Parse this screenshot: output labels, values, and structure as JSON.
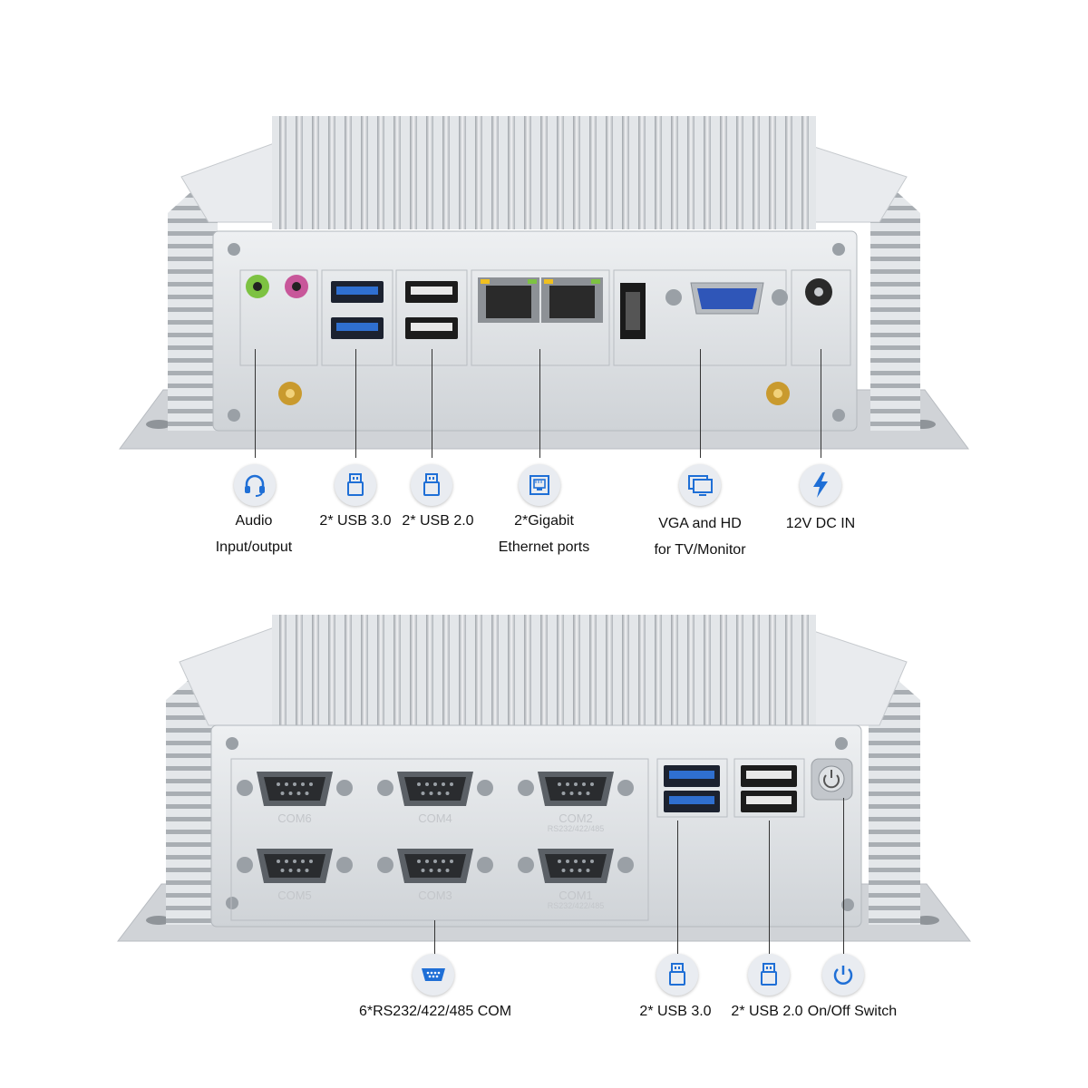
{
  "top_panel": {
    "callouts": [
      {
        "icon": "headset-icon",
        "lines": [
          "Audio",
          "Input/output"
        ]
      },
      {
        "icon": "usb-icon",
        "lines": [
          "2* USB 3.0"
        ]
      },
      {
        "icon": "usb-icon",
        "lines": [
          "2* USB 2.0"
        ]
      },
      {
        "icon": "ethernet-icon",
        "lines": [
          "2*Gigabit",
          "Ethernet ports"
        ]
      },
      {
        "icon": "monitor-icon",
        "lines": [
          "VGA and HD",
          "for TV/Monitor"
        ]
      },
      {
        "icon": "lightning-icon",
        "lines": [
          "12V DC IN"
        ]
      }
    ]
  },
  "bottom_panel": {
    "com_labels": [
      "COM6",
      "COM4",
      "COM2",
      "COM5",
      "COM3",
      "COM1"
    ],
    "com_sublabel": "RS232/422/485",
    "callouts": [
      {
        "icon": "serial-port-icon",
        "lines": [
          "6*RS232/422/485 COM"
        ]
      },
      {
        "icon": "usb-icon",
        "lines": [
          "2* USB 3.0"
        ]
      },
      {
        "icon": "usb-icon",
        "lines": [
          "2* USB 2.0"
        ]
      },
      {
        "icon": "power-icon",
        "lines": [
          "On/Off Switch"
        ]
      }
    ]
  },
  "colors": {
    "icon_blue": "#1f6fd6",
    "usb3_blue": "#2f6fd0",
    "aluminum": "#d8dbdf",
    "audio_green": "#7dc242",
    "audio_pink": "#c8579a"
  }
}
